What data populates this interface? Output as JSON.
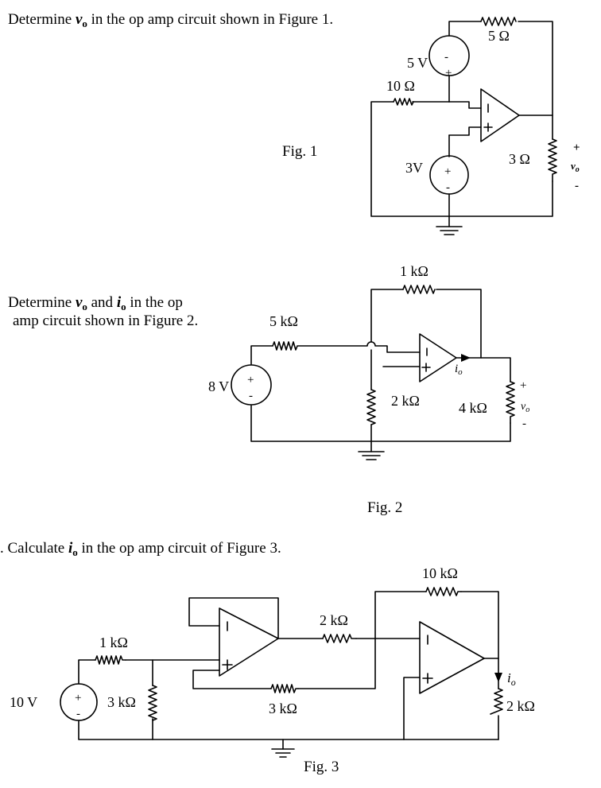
{
  "problems": [
    {
      "question": {
        "p1": "Determine ",
        "var": "v",
        "sub": "o",
        "p2": " in the op amp circuit shown in Figure 1."
      },
      "figure_label": "Fig. 1",
      "labels": {
        "r_feedback": "5 Ω",
        "src_top": "5 V",
        "r_input": "10 Ω",
        "src_bottom": "3V",
        "r_load": "3 Ω",
        "vo_var": "v",
        "vo_sub": "o"
      }
    },
    {
      "question_line1": {
        "p1": "Determine ",
        "v_var": "v",
        "v_sub": "o",
        "p2": " and ",
        "i_var": "i",
        "i_sub": "o",
        "p3": " in the op"
      },
      "question_line2": "amp circuit shown in Figure 2.",
      "figure_label": "Fig. 2",
      "labels": {
        "r_feedback": "1 kΩ",
        "r_input": "5 kΩ",
        "src": "8 V",
        "r_ground": "2 kΩ",
        "r_load": "4 kΩ",
        "io_var": "i",
        "io_sub": "o",
        "vo_var": "v",
        "vo_sub": "o"
      }
    },
    {
      "question": {
        "p0": ". ",
        "p1": "Calculate ",
        "var": "i",
        "sub": "o",
        "p2": " in the op amp circuit of Figure 3."
      },
      "figure_label": "Fig. 3",
      "labels": {
        "r_feedback": "10 kΩ",
        "r_series": "2 kΩ",
        "r_input": "1 kΩ",
        "src": "10 V",
        "r_shunt": "3 kΩ",
        "r_bottom": "3 kΩ",
        "io_var": "i",
        "io_sub": "o",
        "r_load": "2 kΩ"
      }
    }
  ],
  "signs": {
    "plus": "+",
    "minus": "-"
  }
}
